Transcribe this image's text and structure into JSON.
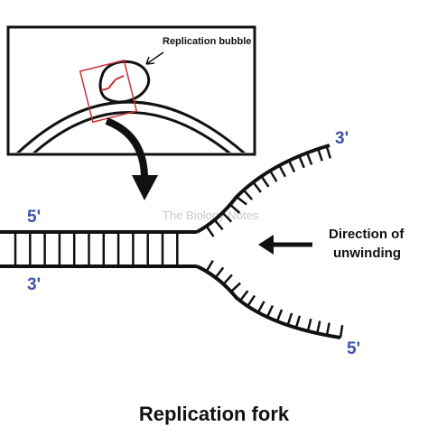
{
  "inset": {
    "bubble_label": "Replication bubble"
  },
  "strand_labels": {
    "upper_left": "5'",
    "lower_left": "3'",
    "upper_right": "3'",
    "lower_right": "5'"
  },
  "direction": {
    "line1": "Direction of",
    "line2": "unwinding"
  },
  "watermark": "The Biology Notes",
  "title": "Replication fork",
  "colors": {
    "ink": "#111111",
    "label_blue": "#3e53a8",
    "highlight_red": "#c8323a",
    "watermark": "#c8c8c8"
  }
}
